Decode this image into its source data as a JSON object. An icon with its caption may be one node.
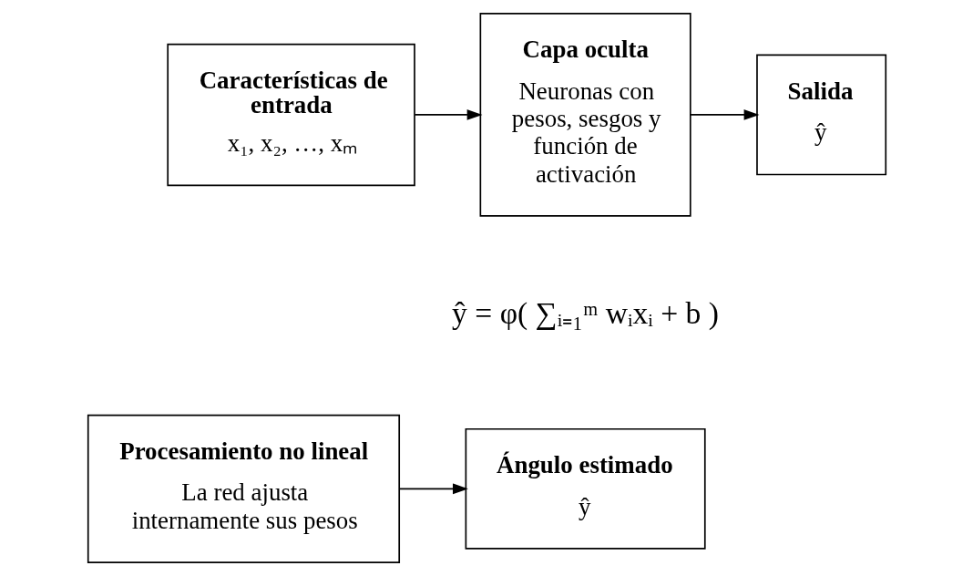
{
  "diagram": {
    "nodes": [
      {
        "text": [
          "Características de entrada",
          "x₁, x₂, …, xₘ"
        ]
      },
      {
        "text": [
          "Capa oculta",
          "Neuronas con pesos, sesgos y función de activación"
        ]
      },
      {
        "text": [
          "Salida",
          "ŷ"
        ]
      },
      {
        "text": [
          "Procesamiento no lineal",
          "La red ajusta internamente sus pesos"
        ]
      },
      {
        "text": [
          "Ángulo estimado",
          "ŷ"
        ]
      }
    ],
    "edges": [
      {
        "from": 0,
        "to": 1,
        "arrow": "to"
      },
      {
        "from": 1,
        "to": 2,
        "arrow": "to"
      },
      {
        "from": 3,
        "to": 4,
        "arrow": "to"
      }
    ],
    "labels": [
      "ŷ = φ( ∑ᵢ₌₁ᵐ wᵢxᵢ + b )"
    ]
  }
}
